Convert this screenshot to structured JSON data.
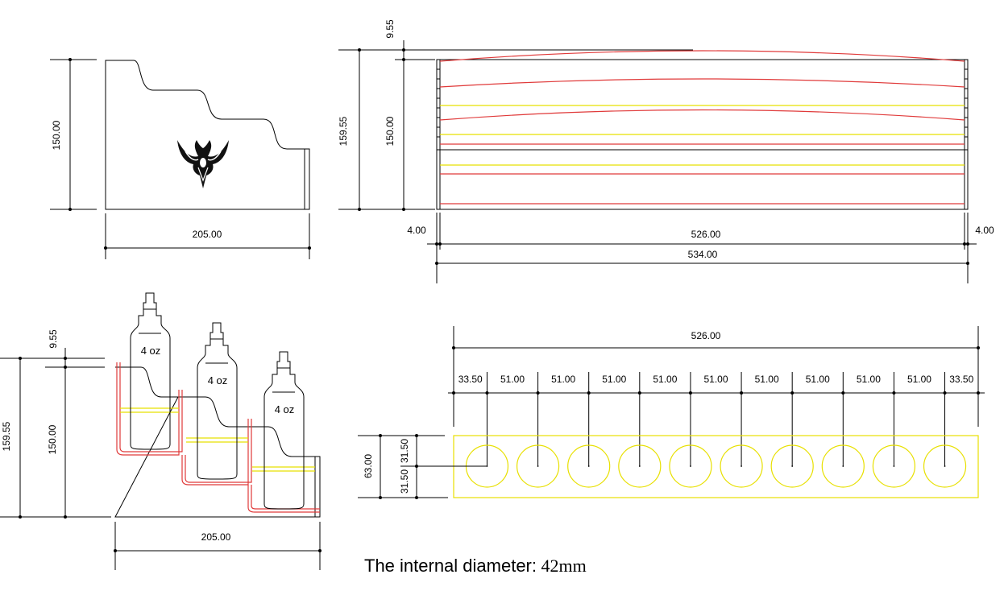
{
  "side_view": {
    "height_dim": "150.00",
    "width_dim": "205.00"
  },
  "front_view": {
    "top_gap_dim": "9.55",
    "total_height_dim": "159.55",
    "inner_height_dim": "150.00",
    "left_wall_dim": "4.00",
    "right_wall_dim": "4.00",
    "inner_width_dim": "526.00",
    "outer_width_dim": "534.00"
  },
  "assembly_view": {
    "top_gap_dim": "9.55",
    "total_height_dim": "159.55",
    "inner_height_dim": "150.00",
    "width_dim": "205.00",
    "bottles": [
      "4 oz",
      "4 oz",
      "4 oz"
    ]
  },
  "top_view": {
    "overall_width_dim": "526.00",
    "spacings": [
      "33.50",
      "51.00",
      "51.00",
      "51.00",
      "51.00",
      "51.00",
      "51.00",
      "51.00",
      "51.00",
      "51.00",
      "33.50"
    ],
    "depth_dim": "63.00",
    "half_depth_top": "31.50",
    "half_depth_bottom": "31.50",
    "hole_count": 10
  },
  "caption": {
    "label": "The internal diameter:",
    "value": "42mm"
  },
  "colors": {
    "cut_red": "#e03a3a",
    "engrave_yellow": "#e8e000",
    "line": "#000000"
  }
}
